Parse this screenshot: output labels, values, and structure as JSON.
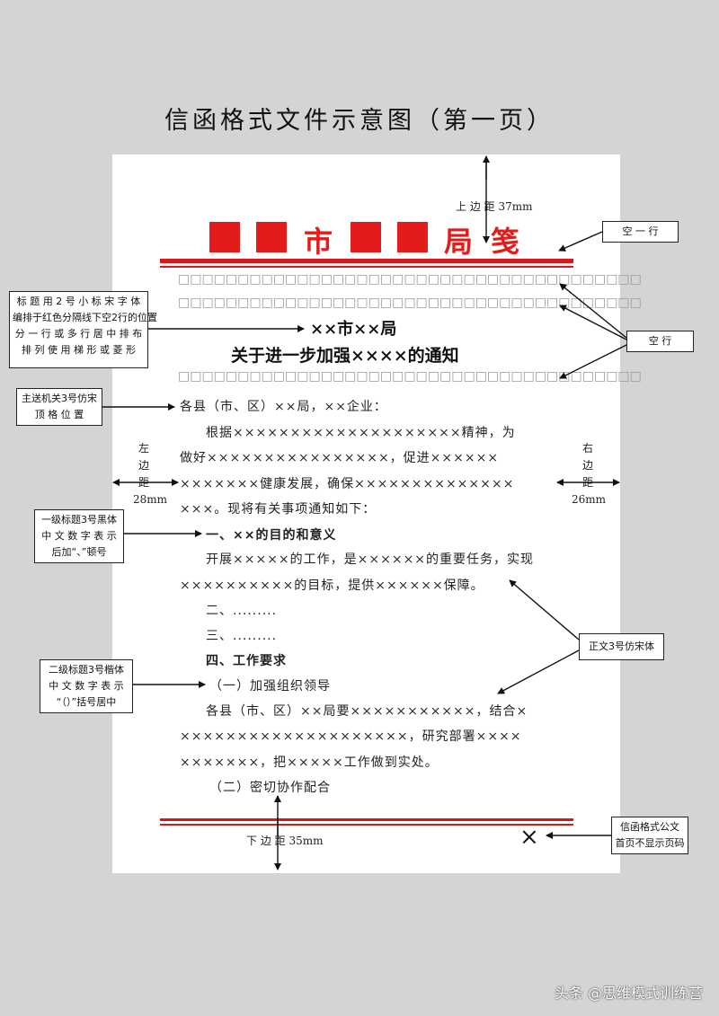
{
  "title": "信函格式文件示意图（第一页）",
  "letterhead": {
    "char_city": "市",
    "char_bureau": "局",
    "char_paper": "笺"
  },
  "margins": {
    "top": "上 边 距 37mm",
    "bottom": "下 边 距 35mm",
    "left": [
      "左",
      "边",
      "距",
      "28mm"
    ],
    "right": [
      "右",
      "边",
      "距",
      "26mm"
    ]
  },
  "blank_rows": {
    "row": "□□□□□□□□□□□□□□□□□□□□□□□□□□□□□□□□□□□□□□□"
  },
  "doc": {
    "issuer": "××市××局",
    "subject": "关于进一步加强××××的通知",
    "recipient": "各县（市、区）××局，××企业：",
    "para1": [
      "根据××××××××××××××××××××精神，为",
      "做好××××××××××××××××，促进××××××",
      "×××××××健康发展，确保××××××××××××××",
      "×××。现将有关事项通知如下："
    ],
    "h1_1": "一、××的目的和意义",
    "para2": [
      "开展×××××的工作，是××××××的重要任务，实现",
      "××××××××××的目标，提供××××××保障。"
    ],
    "h1_2": "二、.........",
    "h1_3": "三、.........",
    "h1_4": "四、工作要求",
    "h2_1": "（一）加强组织领导",
    "para3": [
      "各县（市、区）××局要×××××××××××，结合×",
      "××××××××××××××××××××，研究部署××××",
      "×××××××，把×××××工作做到实处。"
    ],
    "h2_2": "（二）密切协作配合",
    "no_page_mark": "×"
  },
  "annotations": {
    "empty_line": "空 一 行",
    "blank_lines": "空 行",
    "title_note": [
      "标 题 用 2 号 小 标 宋 字 体",
      "编排于红色分隔线下空2行的位置",
      "分 一 行 或 多 行 居 中 排 布",
      "排 列 使 用 梯 形 或 菱 形"
    ],
    "recipient_note": [
      "主送机关3号仿宋",
      "顶 格 位 置"
    ],
    "h1_note": [
      "一级标题3号黑体",
      "中 文 数 字 表 示",
      "后加“、”顿号"
    ],
    "body_note": "正文3号仿宋体",
    "h2_note": [
      "二级标题3号楷体",
      "中 文 数 字 表 示",
      "“（）”括号居中"
    ],
    "page_note": [
      "信函格式公文",
      "首页不显示页码"
    ]
  },
  "watermark": "头条 @思维模式训练营",
  "colors": {
    "red": "#e31b1b",
    "background": "#d4d4d4",
    "paper": "#ffffff"
  }
}
